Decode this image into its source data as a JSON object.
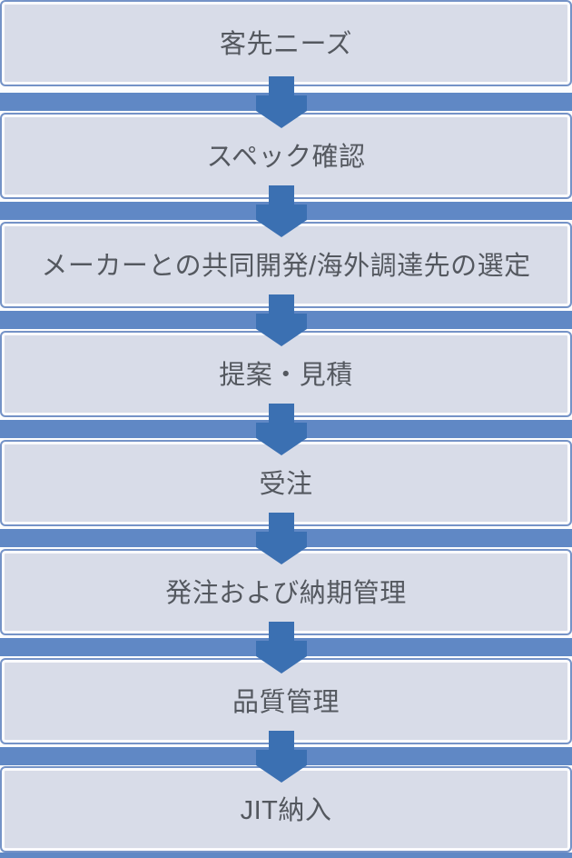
{
  "flow": {
    "title": "process-flow",
    "steps": [
      {
        "label": "客先ニーズ"
      },
      {
        "label": "スペック確認"
      },
      {
        "label": "メーカーとの共同開発/海外調達先の選定"
      },
      {
        "label": "提案・見積"
      },
      {
        "label": "受注"
      },
      {
        "label": "発注および納期管理"
      },
      {
        "label": "品質管理"
      },
      {
        "label": "JIT納入"
      }
    ],
    "colors": {
      "box_fill": "#d8dce8",
      "box_border": "#7593c7",
      "band": "#6088c5",
      "arrow": "#3b70b2",
      "text": "#54585f"
    }
  }
}
